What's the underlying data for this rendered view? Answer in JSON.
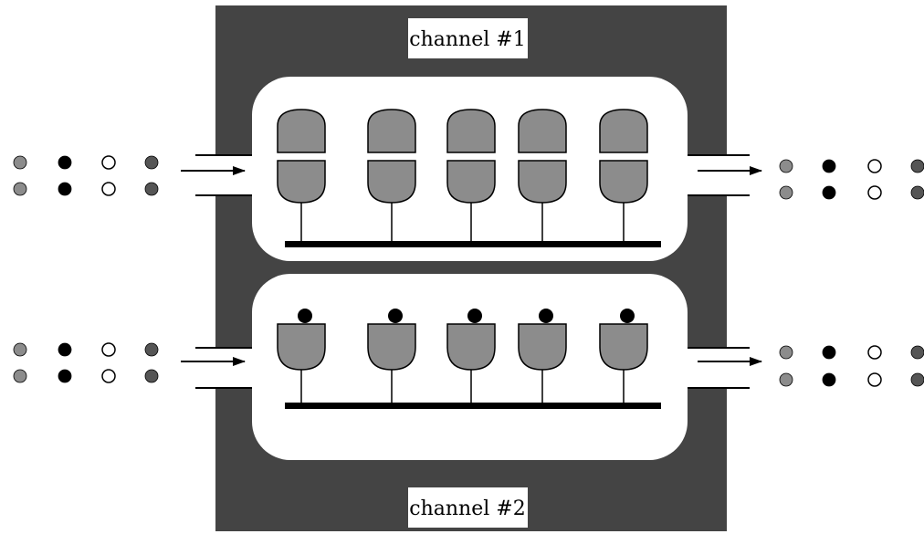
{
  "channels": [
    {
      "label": "channel #1"
    },
    {
      "label": "channel #2"
    }
  ],
  "colors": {
    "frame": "#444444",
    "chamber": "#ffffff",
    "gate": "#8c8c8c",
    "bus": "#000000",
    "particle_gray": "#8c8c8c",
    "particle_black": "#000000",
    "particle_white": "#ffffff",
    "particle_dark": "#555555"
  },
  "particle_sequence": [
    "gray",
    "black",
    "white",
    "dark"
  ],
  "gates_per_channel": 5
}
